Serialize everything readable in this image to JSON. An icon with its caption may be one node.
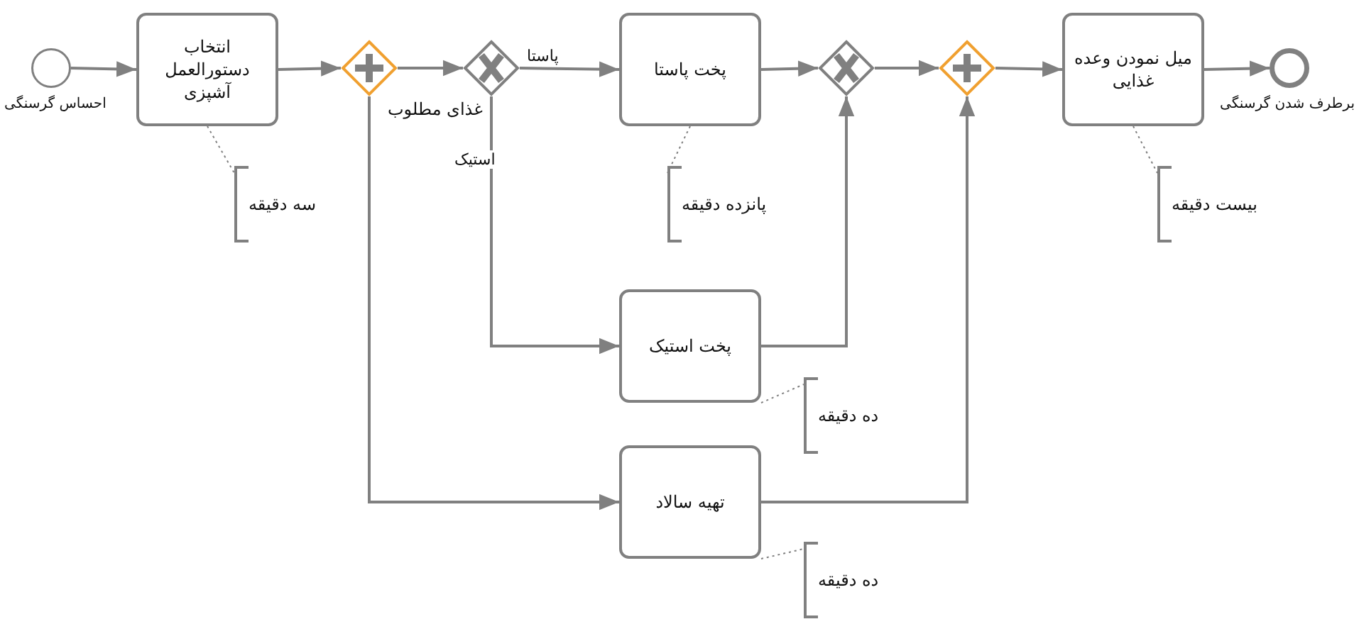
{
  "diagram": {
    "nodes": [
      {
        "text": [],
        "shape": "circle",
        "beside": [
          "احساس گرسنگی"
        ]
      },
      {
        "text": [
          "انتخاب دستورالعمل آشپزی"
        ]
      },
      {
        "text": [],
        "shape": "diamond"
      },
      {
        "text": [],
        "shape": "diamond",
        "beside": [
          "غذای مطلوب"
        ]
      },
      {
        "text": [
          "پخت پاستا"
        ]
      },
      {
        "text": [
          "پخت استیک"
        ]
      },
      {
        "text": [
          "تهیه سالاد"
        ]
      },
      {
        "text": [],
        "shape": "diamond"
      },
      {
        "text": [],
        "shape": "diamond"
      },
      {
        "text": [
          "میل نمودن وعده غذایی"
        ]
      },
      {
        "text": [],
        "shape": "circle",
        "beside": [
          "برطرف شدن گرسنگی"
        ]
      },
      {
        "text": [
          "سه دقیقه"
        ]
      },
      {
        "text": [
          "پانزده دقیقه"
        ]
      },
      {
        "text": [
          "بیست دقیقه"
        ]
      },
      {
        "text": [
          "ده دقیقه"
        ]
      },
      {
        "text": [
          "ده دقیقه"
        ]
      }
    ],
    "edges": [
      {
        "from": 0,
        "to": 1,
        "arrow": "to"
      },
      {
        "from": 1,
        "to": 2,
        "arrow": "to"
      },
      {
        "from": 2,
        "to": 3,
        "arrow": "to"
      },
      {
        "from": 3,
        "to": 4,
        "arrow": "to",
        "label": "پاستا"
      },
      {
        "from": 3,
        "to": 5,
        "arrow": "to",
        "label": "استیک"
      },
      {
        "from": 2,
        "to": 6,
        "arrow": "to"
      },
      {
        "from": 4,
        "to": 7,
        "arrow": "to"
      },
      {
        "from": 5,
        "to": 7,
        "arrow": "to"
      },
      {
        "from": 7,
        "to": 8,
        "arrow": "to"
      },
      {
        "from": 6,
        "to": 8,
        "arrow": "to"
      },
      {
        "from": 8,
        "to": 9,
        "arrow": "to"
      },
      {
        "from": 9,
        "to": 10,
        "arrow": "to"
      },
      {
        "from": 1,
        "to": 11,
        "arrow": "none",
        "style": "dashed"
      },
      {
        "from": 4,
        "to": 12,
        "arrow": "none",
        "style": "dashed"
      },
      {
        "from": 9,
        "to": 13,
        "arrow": "none",
        "style": "dashed"
      },
      {
        "from": 5,
        "to": 14,
        "arrow": "none",
        "style": "dashed"
      },
      {
        "from": 6,
        "to": 15,
        "arrow": "none",
        "style": "dashed"
      }
    ]
  }
}
